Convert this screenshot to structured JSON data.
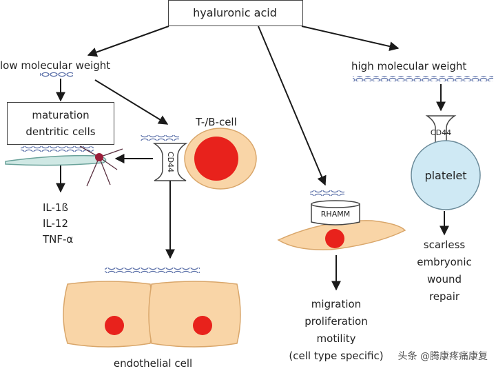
{
  "title": "hyaluronic acid",
  "low_mw": "low molecular weight",
  "high_mw": "high molecular weight",
  "maturation": [
    "maturation",
    "dentritic cells"
  ],
  "tb_cell": "T-/B-cell",
  "cd44": "CD44",
  "cytokines": [
    "IL-1ß",
    "IL-12",
    "TNF-α"
  ],
  "endothelial": "endothelial cell",
  "rhamm": "RHAMM",
  "migration": [
    "migration",
    "proliferation",
    "motility",
    "(cell type specific)"
  ],
  "platelet": "platelet",
  "wound": [
    "scarless",
    "embryonic",
    "wound",
    "repair"
  ],
  "watermark": "头条 @腾康疼痛康复",
  "colors": {
    "cell_fill": "#f9d5a7",
    "cell_edge": "#d9a66a",
    "nucleus": "#e8221c",
    "platelet": "#cfe9f4",
    "chain": "#5a6fa8",
    "dendrite": "#9b1e3a",
    "line": "#1a1a1a"
  }
}
